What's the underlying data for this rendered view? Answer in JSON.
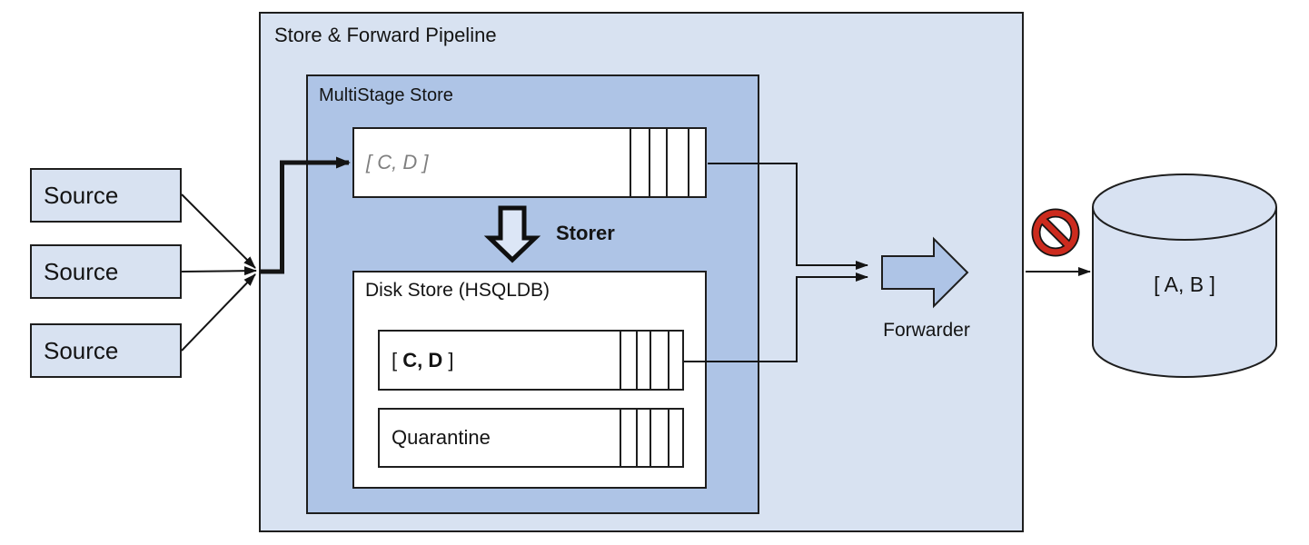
{
  "colors": {
    "light_fill": "#d8e2f1",
    "medium_fill": "#aec4e6",
    "storer_arrow_fill": "#dce6f6",
    "queue_fill": "#ffffff",
    "stroke": "#1e1e1e",
    "memory_queue_text": "#7f7f7f",
    "prohibit_red": "#cc2b1e"
  },
  "pipeline": {
    "title": "Store & Forward Pipeline"
  },
  "multistage": {
    "title": "MultiStage Store"
  },
  "memory_queue": {
    "label": "[ C, D ]"
  },
  "storer": {
    "label": "Storer"
  },
  "disk_store": {
    "title": "Disk Store (HSQLDB)",
    "queue": {
      "open": "[ ",
      "value": "C, D",
      "close": " ]"
    },
    "quarantine": {
      "label": "Quarantine"
    }
  },
  "sources": [
    {
      "label": "Source"
    },
    {
      "label": "Source"
    },
    {
      "label": "Source"
    }
  ],
  "forwarder": {
    "label": "Forwarder"
  },
  "destination": {
    "label": "[ A, B ]"
  }
}
